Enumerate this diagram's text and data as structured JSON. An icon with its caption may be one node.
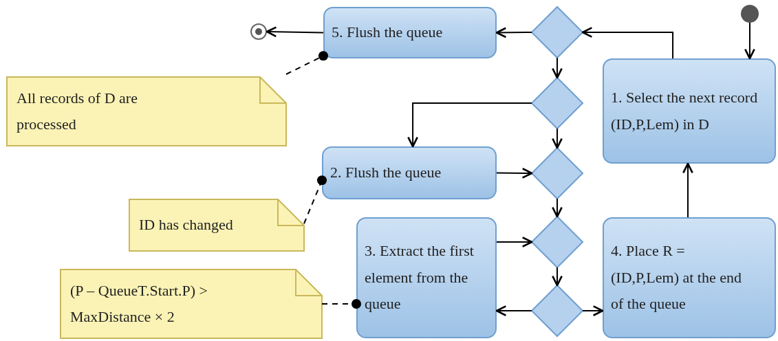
{
  "diagram": {
    "nodes": [
      {
        "text": [],
        "shape": "circle"
      },
      {
        "text": [
          "1. Select the next record (ID,P,Lem) in D"
        ]
      },
      {
        "text": [],
        "shape": "diamond"
      },
      {
        "text": [
          "5. Flush the queue"
        ]
      },
      {
        "text": [],
        "shape": "circle"
      },
      {
        "text": [
          "All records of D are processed"
        ]
      },
      {
        "text": [],
        "shape": "diamond"
      },
      {
        "text": [
          "2. Flush the queue"
        ]
      },
      {
        "text": [],
        "shape": "diamond"
      },
      {
        "text": [
          "ID has changed"
        ]
      },
      {
        "text": [
          "3. Extract the first element from the queue"
        ]
      },
      {
        "text": [],
        "shape": "diamond"
      },
      {
        "text": [],
        "shape": "diamond"
      },
      {
        "text": [
          "4. Place R = (ID,P,Lem) at the end of the queue"
        ]
      },
      {
        "text": [
          "(P – QueueT.Start.P) > MaxDistance × 2"
        ]
      }
    ],
    "edges": [
      {
        "from": 0,
        "to": 1,
        "arrow": "to"
      },
      {
        "from": 1,
        "to": 2,
        "arrow": "to"
      },
      {
        "from": 2,
        "to": 3,
        "arrow": "to"
      },
      {
        "from": 3,
        "to": 4,
        "arrow": "to"
      },
      {
        "from": 2,
        "to": 6,
        "arrow": "to"
      },
      {
        "from": 6,
        "to": 7,
        "arrow": "to"
      },
      {
        "from": 6,
        "to": 8,
        "arrow": "to"
      },
      {
        "from": 7,
        "to": 8,
        "arrow": "to"
      },
      {
        "from": 8,
        "to": 11,
        "arrow": "to"
      },
      {
        "from": 10,
        "to": 11,
        "arrow": "to"
      },
      {
        "from": 11,
        "to": 12,
        "arrow": "to"
      },
      {
        "from": 12,
        "to": 10,
        "arrow": "to"
      },
      {
        "from": 12,
        "to": 13,
        "arrow": "to"
      },
      {
        "from": 13,
        "to": 1,
        "arrow": "to"
      },
      {
        "from": 5,
        "to": 3,
        "arrow": "other",
        "style": "dashed"
      },
      {
        "from": 9,
        "to": 7,
        "arrow": "other",
        "style": "dashed"
      },
      {
        "from": 14,
        "to": 10,
        "arrow": "other",
        "style": "dashed"
      }
    ]
  }
}
